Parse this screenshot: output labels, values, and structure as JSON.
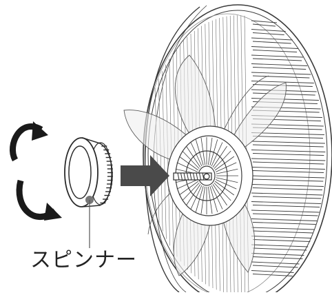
{
  "part_label": "スピンナー",
  "colors": {
    "line": "#3a3a3a",
    "light_line": "#8a8a8a",
    "arrow_fill": "#4a4a4a",
    "leader_dot": "#777777",
    "background": "#ffffff"
  },
  "icons": [
    "rotate-counterclockwise-icon",
    "spinner-cap",
    "push-arrow-icon",
    "fan-guard",
    "fan-blades",
    "fan-shaft"
  ]
}
